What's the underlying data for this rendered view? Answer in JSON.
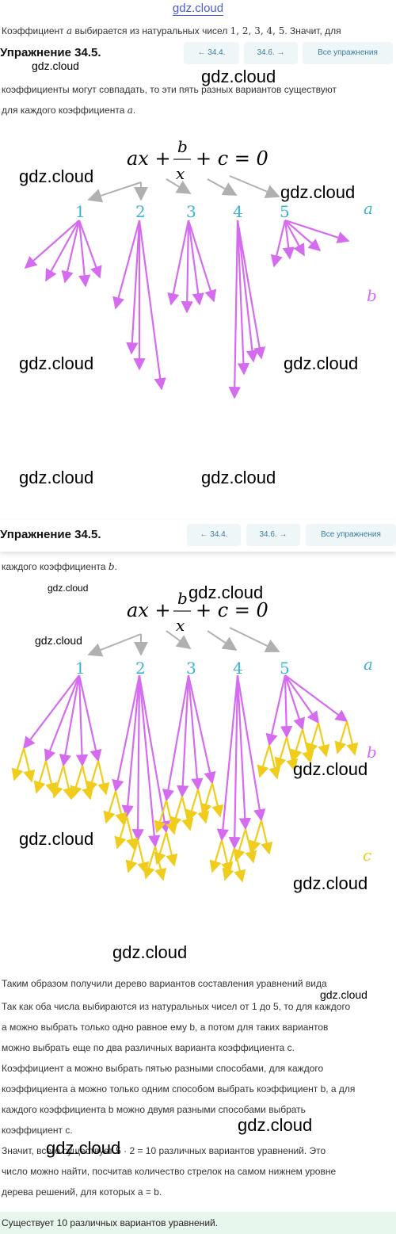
{
  "site": {
    "logo": "gdz.cloud",
    "watermark": "gdz.cloud"
  },
  "header": {
    "title": "Упражнение 34.5.",
    "prev_label": "← 34.4.",
    "next_label": "34.6. →",
    "all_label": "Все упражнения"
  },
  "top_text": {
    "line1_a": "Коэффициент ",
    "line1_var": "a",
    "line1_b": " выбирается из натуральных чисел ",
    "line1_nums": "1,  2,  3,  4,  5",
    "line1_c": ". Значит, для",
    "line2": "коэффициенты могут совпадать, то эти пять разных вариантов существуют",
    "line3_a": "для каждого коэффициента ",
    "line3_var": "a",
    "line3_b": "."
  },
  "equation": {
    "left": "ax +",
    "numerator": "b",
    "denominator": "x",
    "right": "+ c = 0"
  },
  "tree": {
    "numbers": [
      "1",
      "2",
      "3",
      "4",
      "5"
    ],
    "label_a": "a",
    "label_b": "b",
    "label_c": "c",
    "colors": {
      "blue": "#3cb4d8",
      "gray": "#b0b0b0",
      "violet": "#d56cf0",
      "yellow": "#f0cc1c"
    }
  },
  "mid_text": {
    "a": "каждого коэффициента ",
    "var": "b",
    "b": "."
  },
  "bottom_text": [
    "Таким образом получили дерево вариантов составления уравнений вида",
    "Так как оба числа выбираются из натуральных чисел от 1 до 5, то для каждого",
    "a можно выбрать только одно равное ему b, а потом для таких вариантов",
    "можно выбрать еще по два различных варианта коэффициента c.",
    "Коэффициент a можно выбрать пятью разными способами, для каждого",
    "коэффициента a можно только одним способом выбрать коэффициент b, а для",
    "каждого коэффициента b можно двумя разными способами выбрать",
    "коэффициент c.",
    "Значит, всего существует 5 · 2 = 10 различных вариантов уравнений. Это",
    "число можно найти, посчитав количество стрелок на самом нижнем уровне",
    "дерева решений, для которых a = b."
  ],
  "answer": "Существует 10 различных вариантов уравнений."
}
